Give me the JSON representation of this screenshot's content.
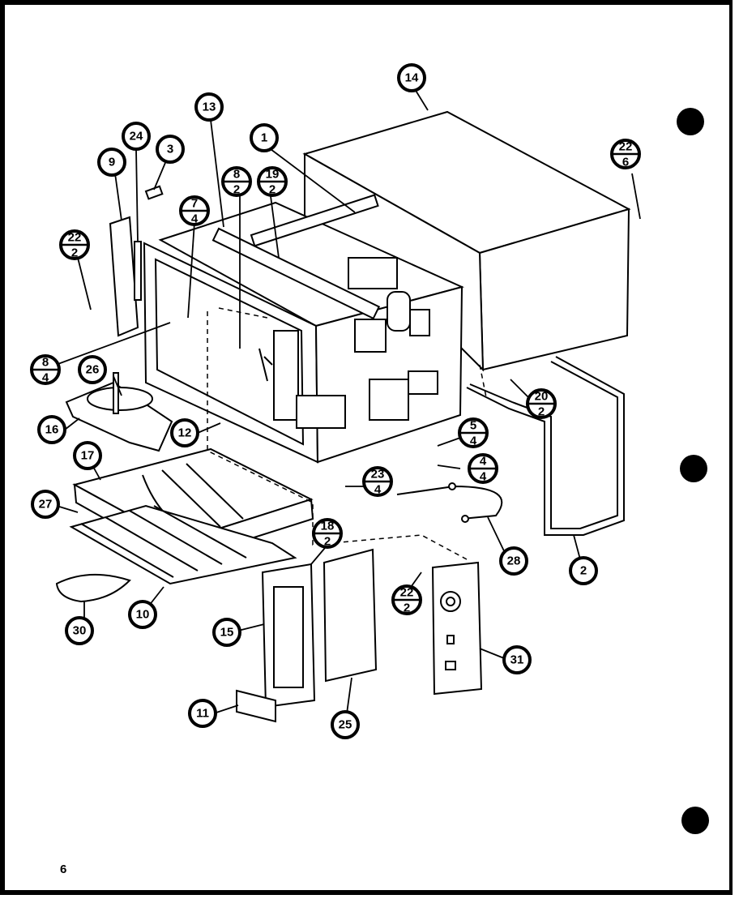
{
  "diagram": {
    "page_number": "6",
    "callouts": [
      {
        "id": "c14",
        "label": "14"
      },
      {
        "id": "c13",
        "label": "13"
      },
      {
        "id": "c1",
        "label": "1"
      },
      {
        "id": "c24",
        "label": "24"
      },
      {
        "id": "c3",
        "label": "3"
      },
      {
        "id": "c9",
        "label": "9"
      },
      {
        "id": "c26",
        "label": "26"
      },
      {
        "id": "c16",
        "label": "16"
      },
      {
        "id": "c12",
        "label": "12"
      },
      {
        "id": "c17",
        "label": "17"
      },
      {
        "id": "c27",
        "label": "27"
      },
      {
        "id": "c10",
        "label": "10"
      },
      {
        "id": "c30",
        "label": "30"
      },
      {
        "id": "c15",
        "label": "15"
      },
      {
        "id": "c11",
        "label": "11"
      },
      {
        "id": "c25",
        "label": "25"
      },
      {
        "id": "c31",
        "label": "31"
      },
      {
        "id": "c28",
        "label": "28"
      },
      {
        "id": "c2",
        "label": "2"
      }
    ],
    "fraction_callouts": [
      {
        "id": "f22_6",
        "num": "22",
        "den": "6"
      },
      {
        "id": "f8_2",
        "num": "8",
        "den": "2"
      },
      {
        "id": "f19_2",
        "num": "19",
        "den": "2"
      },
      {
        "id": "f7_4",
        "num": "7",
        "den": "4"
      },
      {
        "id": "f22_2a",
        "num": "22",
        "den": "2"
      },
      {
        "id": "f8_4",
        "num": "8",
        "den": "4"
      },
      {
        "id": "f20_2",
        "num": "20",
        "den": "2"
      },
      {
        "id": "f5_4",
        "num": "5",
        "den": "4"
      },
      {
        "id": "f4_4",
        "num": "4",
        "den": "4"
      },
      {
        "id": "f23_4",
        "num": "23",
        "den": "4"
      },
      {
        "id": "f18_2",
        "num": "18",
        "den": "2"
      },
      {
        "id": "f22_2b",
        "num": "22",
        "den": "2"
      }
    ]
  }
}
